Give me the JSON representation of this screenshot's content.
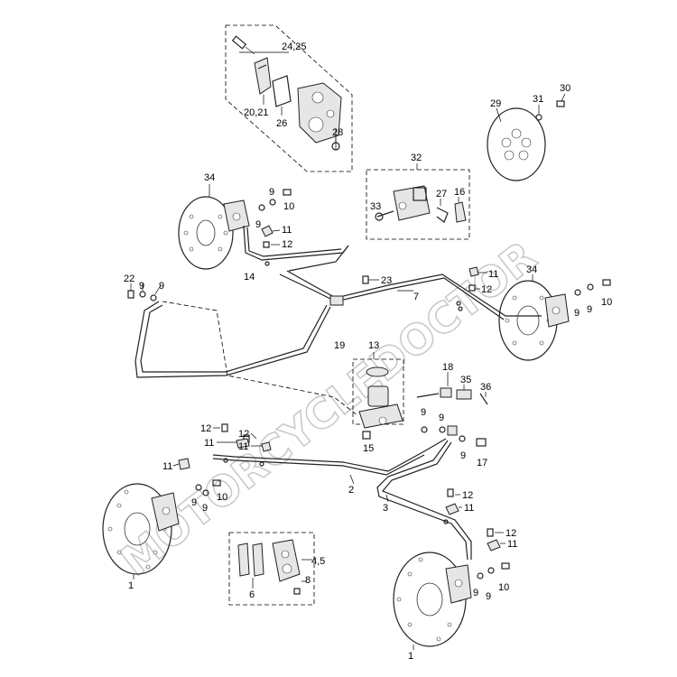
{
  "callouts": {
    "c_24_25": "24,25",
    "c_20_21": "20,21",
    "c_26": "26",
    "c_28": "28",
    "c_29": "29",
    "c_31": "31",
    "c_30": "30",
    "c_32": "32",
    "c_33": "33",
    "c_27": "27",
    "c_16": "16",
    "c_34a": "34",
    "c_9a": "9",
    "c_10a": "10",
    "c_9b": "9",
    "c_11a": "11",
    "c_12a": "12",
    "c_14": "14",
    "c_22": "22",
    "c_9c": "9",
    "c_9d": "9",
    "c_23": "23",
    "c_7": "7",
    "c_11b": "11",
    "c_12b": "12",
    "c_34b": "34",
    "c_9e": "9",
    "c_9f": "9",
    "c_10b": "10",
    "c_19": "19",
    "c_13": "13",
    "c_18": "18",
    "c_35": "35",
    "c_36": "36",
    "c_9g": "9",
    "c_9h": "9",
    "c_15": "15",
    "c_9i": "9",
    "c_17": "17",
    "c_12c": "12",
    "c_12d": "12",
    "c_11c": "11",
    "c_11d": "11",
    "c_11e": "11",
    "c_9j": "9",
    "c_9k": "9",
    "c_10c": "10",
    "c_2": "2",
    "c_3": "3",
    "c_12e": "12",
    "c_11f": "11",
    "c_12f": "12",
    "c_11g": "11",
    "c_1a": "1",
    "c_6": "6",
    "c_4_5": "4,5",
    "c_8": "8",
    "c_9l": "9",
    "c_9m": "9",
    "c_10d": "10",
    "c_1b": "1"
  },
  "watermark": "MOTORCYCLEDOCTOR"
}
